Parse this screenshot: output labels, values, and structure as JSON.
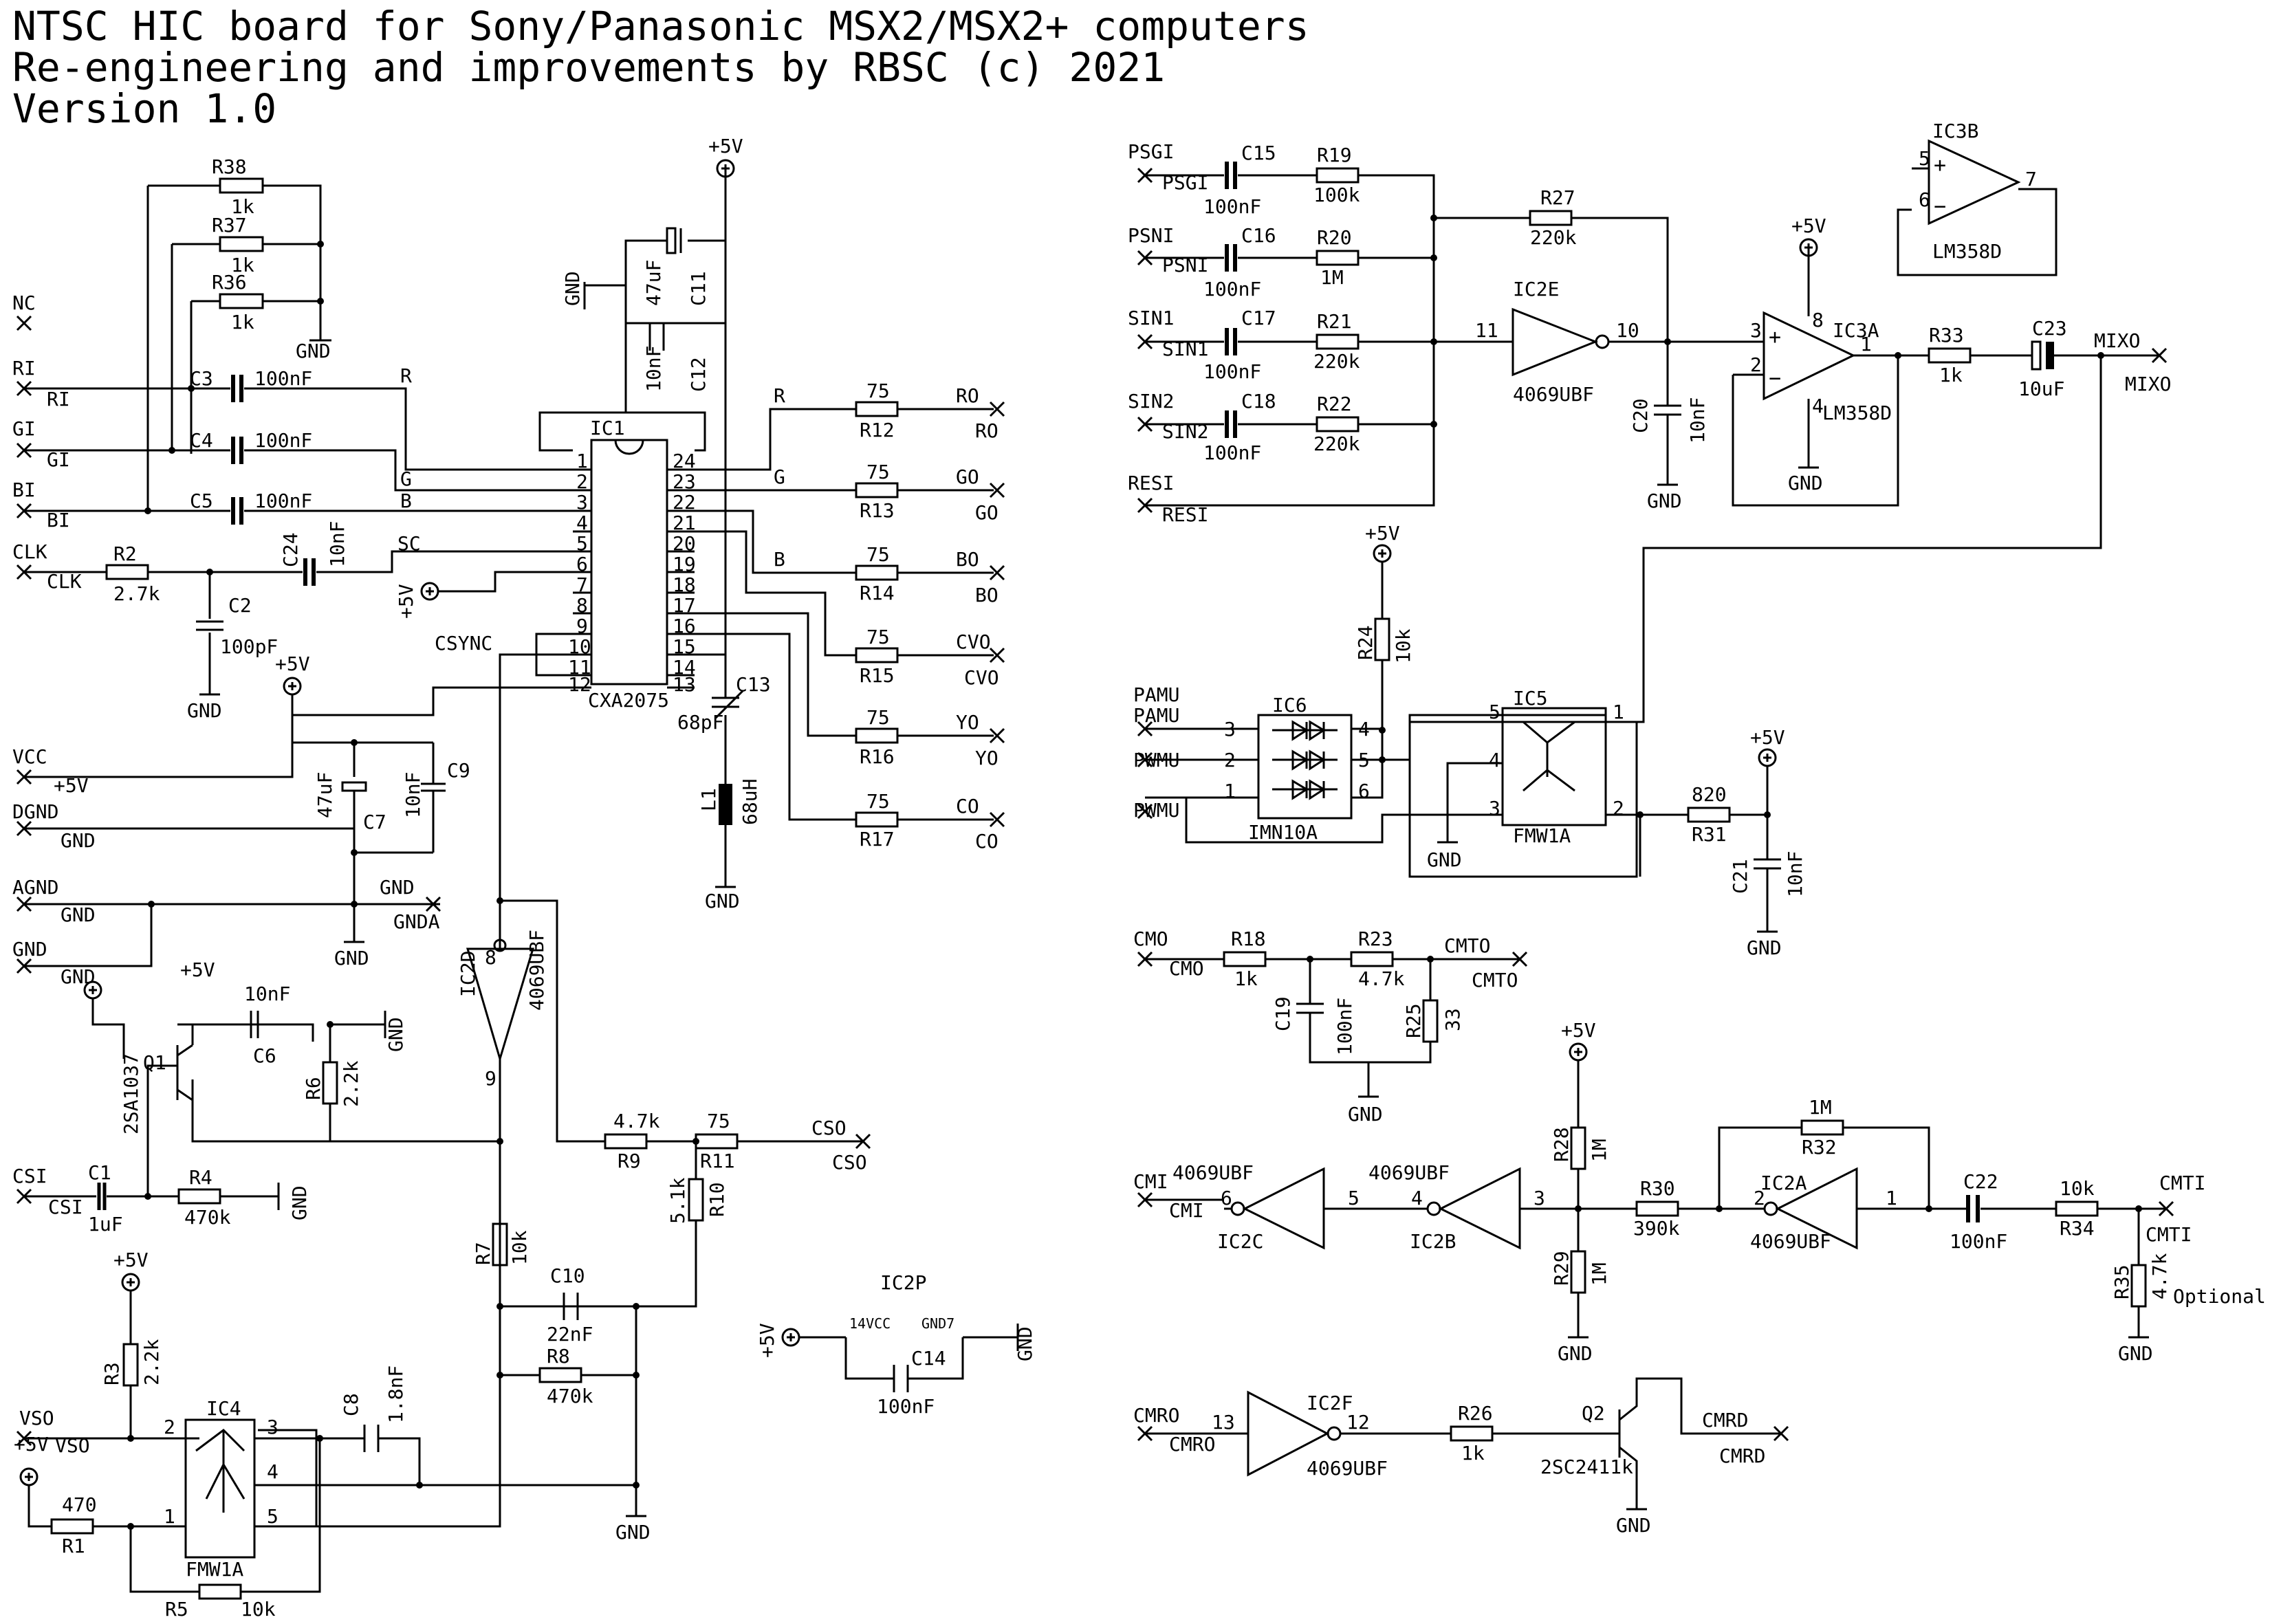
{
  "title": {
    "line1": "NTSC HIC board for Sony/Panasonic MSX2/MSX2+ computers",
    "line2": "Re-engineering and improvements by RBSC (c) 2021",
    "line3": "Version 1.0"
  },
  "labels": {
    "R38": "R38",
    "R38v": "1k",
    "R37": "R37",
    "R37v": "1k",
    "R36": "R36",
    "R36v": "1k",
    "NC": "NC",
    "RI": "RI",
    "RIb": "RI",
    "GI": "GI",
    "GIb": "GI",
    "BI": "BI",
    "BIb": "BI",
    "CLK": "CLK",
    "CLKb": "CLK",
    "VCC": "VCC",
    "VCCb": "+5V",
    "DGND": "DGND",
    "DGNDb": "GND",
    "AGND": "AGND",
    "AGNDb": "GND",
    "GNDp": "GND",
    "GNDpb": "GND",
    "GNDAn": "GND",
    "GNDA": "GNDA",
    "C3": "C3",
    "C3v": "100nF",
    "C4": "C4",
    "C4v": "100nF",
    "C5": "C5",
    "C5v": "100nF",
    "R": "R",
    "G": "G",
    "B": "B",
    "SC": "SC",
    "CSYNC": "CSYNC",
    "R2": "R2",
    "R2v": "2.7k",
    "C2": "C2",
    "C2v": "100pF",
    "C24": "C24",
    "C24v": "10nF",
    "P5a": "+5V",
    "P5b": "+5V",
    "P5c": "+5V",
    "P5d": "+5V",
    "P5e": "+5V",
    "P5f": "+5V",
    "P5g": "+5V",
    "P5h": "+5V",
    "P5i": "+5V",
    "P5j": "+5V",
    "GND1": "GND",
    "GND2": "GND",
    "GND3": "GND",
    "GND4": "GND",
    "GND5": "GND",
    "GND6": "GND",
    "GND7": "GND",
    "GND8": "GND",
    "GND9": "GND",
    "GND10": "GND",
    "GND11": "GND",
    "GND12": "GND",
    "GND13": "GND",
    "GND14": "GND",
    "GND15": "GND",
    "GND16": "GND",
    "GND17": "GND",
    "GND18": "GND",
    "C11": "C11",
    "C11v": "47uF",
    "C12": "C12",
    "C12v": "10nF",
    "IC1": "IC1",
    "CXA": "CXA2075",
    "C13": "C13",
    "C13v": "68pF",
    "L1": "L1",
    "L1v": "68uH",
    "C7": "C7",
    "C7v": "47uF",
    "C9": "C9",
    "C9v": "10nF",
    "R12": "R12",
    "R13": "R13",
    "R14": "R14",
    "R15": "R15",
    "R16": "R16",
    "R17": "R17",
    "R12v": "75",
    "R13v": "75",
    "R14v": "75",
    "R15v": "75",
    "R16v": "75",
    "R17v": "75",
    "RO": "RO",
    "ROb": "RO",
    "GO": "GO",
    "GOb": "GO",
    "BO": "BO",
    "BOb": "BO",
    "CVO": "CVO",
    "CVOb": "CVO",
    "YO": "YO",
    "YOb": "YO",
    "CO": "CO",
    "COb": "CO",
    "Rn": "R",
    "Gn": "G",
    "Bn": "B",
    "IC2D": "IC2D",
    "IC2Dv": "4069UBF",
    "p8": "8",
    "p9": "9",
    "Q1": "Q1",
    "Q1v": "2SA1037",
    "C6": "C6",
    "C6v": "10nF",
    "R6": "R6",
    "R6v": "2.2k",
    "CSI": "CSI",
    "CSIb": "CSI",
    "C1": "C1",
    "C1v": "1uF",
    "R4": "R4",
    "R4v": "470k",
    "R9": "R9",
    "R9v": "4.7k",
    "R11": "R11",
    "R11v": "75",
    "CSO": "CSO",
    "CSOb": "CSO",
    "R10": "R10",
    "R10v": "5.1k",
    "R7": "R7",
    "R7v": "10k",
    "C10": "C10",
    "C10v": "22nF",
    "R8": "R8",
    "R8v": "470k",
    "R3": "R3",
    "R3v": "2.2k",
    "VSO": "VSO",
    "VSOb": "VSO",
    "IC4": "IC4",
    "FMW1A": "FMW1A",
    "C8": "C8",
    "C8v": "1.8nF",
    "R1": "R1",
    "R1v": "470",
    "R5": "R5",
    "R5v": "10k",
    "IC2P": "IC2P",
    "VCCp": "14VCC",
    "GNDpp": "GND7",
    "C14": "C14",
    "C14v": "100nF",
    "PSGI": "PSGI",
    "PSGIb": "PSGI",
    "PSNI": "PSNI",
    "PSNIb": "PSNI",
    "SIN1": "SIN1",
    "SIN1b": "SIN1",
    "SIN2": "SIN2",
    "SIN2b": "SIN2",
    "RESI": "RESI",
    "RESIb": "RESI",
    "C15": "C15",
    "C15v": "100nF",
    "C16": "C16",
    "C16v": "100nF",
    "C17": "C17",
    "C17v": "100nF",
    "C18": "C18",
    "C18v": "100nF",
    "R19": "R19",
    "R19v": "100k",
    "R20": "R20",
    "R20v": "1M",
    "R21": "R21",
    "R21v": "220k",
    "R22": "R22",
    "R22v": "220k",
    "R27": "R27",
    "R27v": "220k",
    "IC2E": "IC2E",
    "IC2Ev": "4069UBF",
    "p11": "11",
    "p10": "10",
    "C20": "C20",
    "C20v": "10nF",
    "IC3A": "IC3A",
    "IC3Av": "LM358D",
    "IC3B": "IC3B",
    "IC3Bv": "LM358D",
    "R33": "R33",
    "R33v": "1k",
    "C23": "C23",
    "C23v": "10uF",
    "MIXO": "MIXO",
    "MIXOb": "MIXO",
    "R24": "R24",
    "R24v": "10k",
    "PAMU": "PAMU",
    "PAMUb": "PAMU",
    "PWMU": "PWMU",
    "PWMUb": "PWMU",
    "IC6": "IC6",
    "IMN10A": "IMN10A",
    "IC5": "IC5",
    "FMW1Ab": "FMW1A",
    "R31": "R31",
    "R31v": "820",
    "C21": "C21",
    "C21v": "10nF",
    "CMO": "CMO",
    "CMOb": "CMO",
    "R18": "R18",
    "R18v": "1k",
    "R23": "R23",
    "R23v": "4.7k",
    "CMTO": "CMTO",
    "CMTOb": "CMTO",
    "C19": "C19",
    "C19v": "100nF",
    "R25": "R25",
    "R25v": "33",
    "CMI": "CMI",
    "CMIb": "CMI",
    "IC2C": "IC2C",
    "IC2Cv": "4069UBF",
    "IC2B": "IC2B",
    "IC2Bv": "4069UBF",
    "R28": "R28",
    "R28v": "1M",
    "R29": "R29",
    "R29v": "1M",
    "R30": "R30",
    "R30v": "390k",
    "R32": "R32",
    "R32v": "1M",
    "IC2A": "IC2A",
    "IC2Av": "4069UBF",
    "C22": "C22",
    "C22v": "100nF",
    "R34": "R34",
    "R34v": "10k",
    "CMTI": "CMTI",
    "CMTIb": "CMTI",
    "R35": "R35",
    "R35v": "4.7k",
    "Optional": "Optional",
    "CMRO": "CMRO",
    "CMROb": "CMRO",
    "IC2F": "IC2F",
    "IC2Fv": "4069UBF",
    "R26": "R26",
    "R26v": "1k",
    "Q2": "Q2",
    "Q2v": "2SC2411k",
    "CMRD": "CMRD",
    "CMRDb": "CMRD"
  }
}
